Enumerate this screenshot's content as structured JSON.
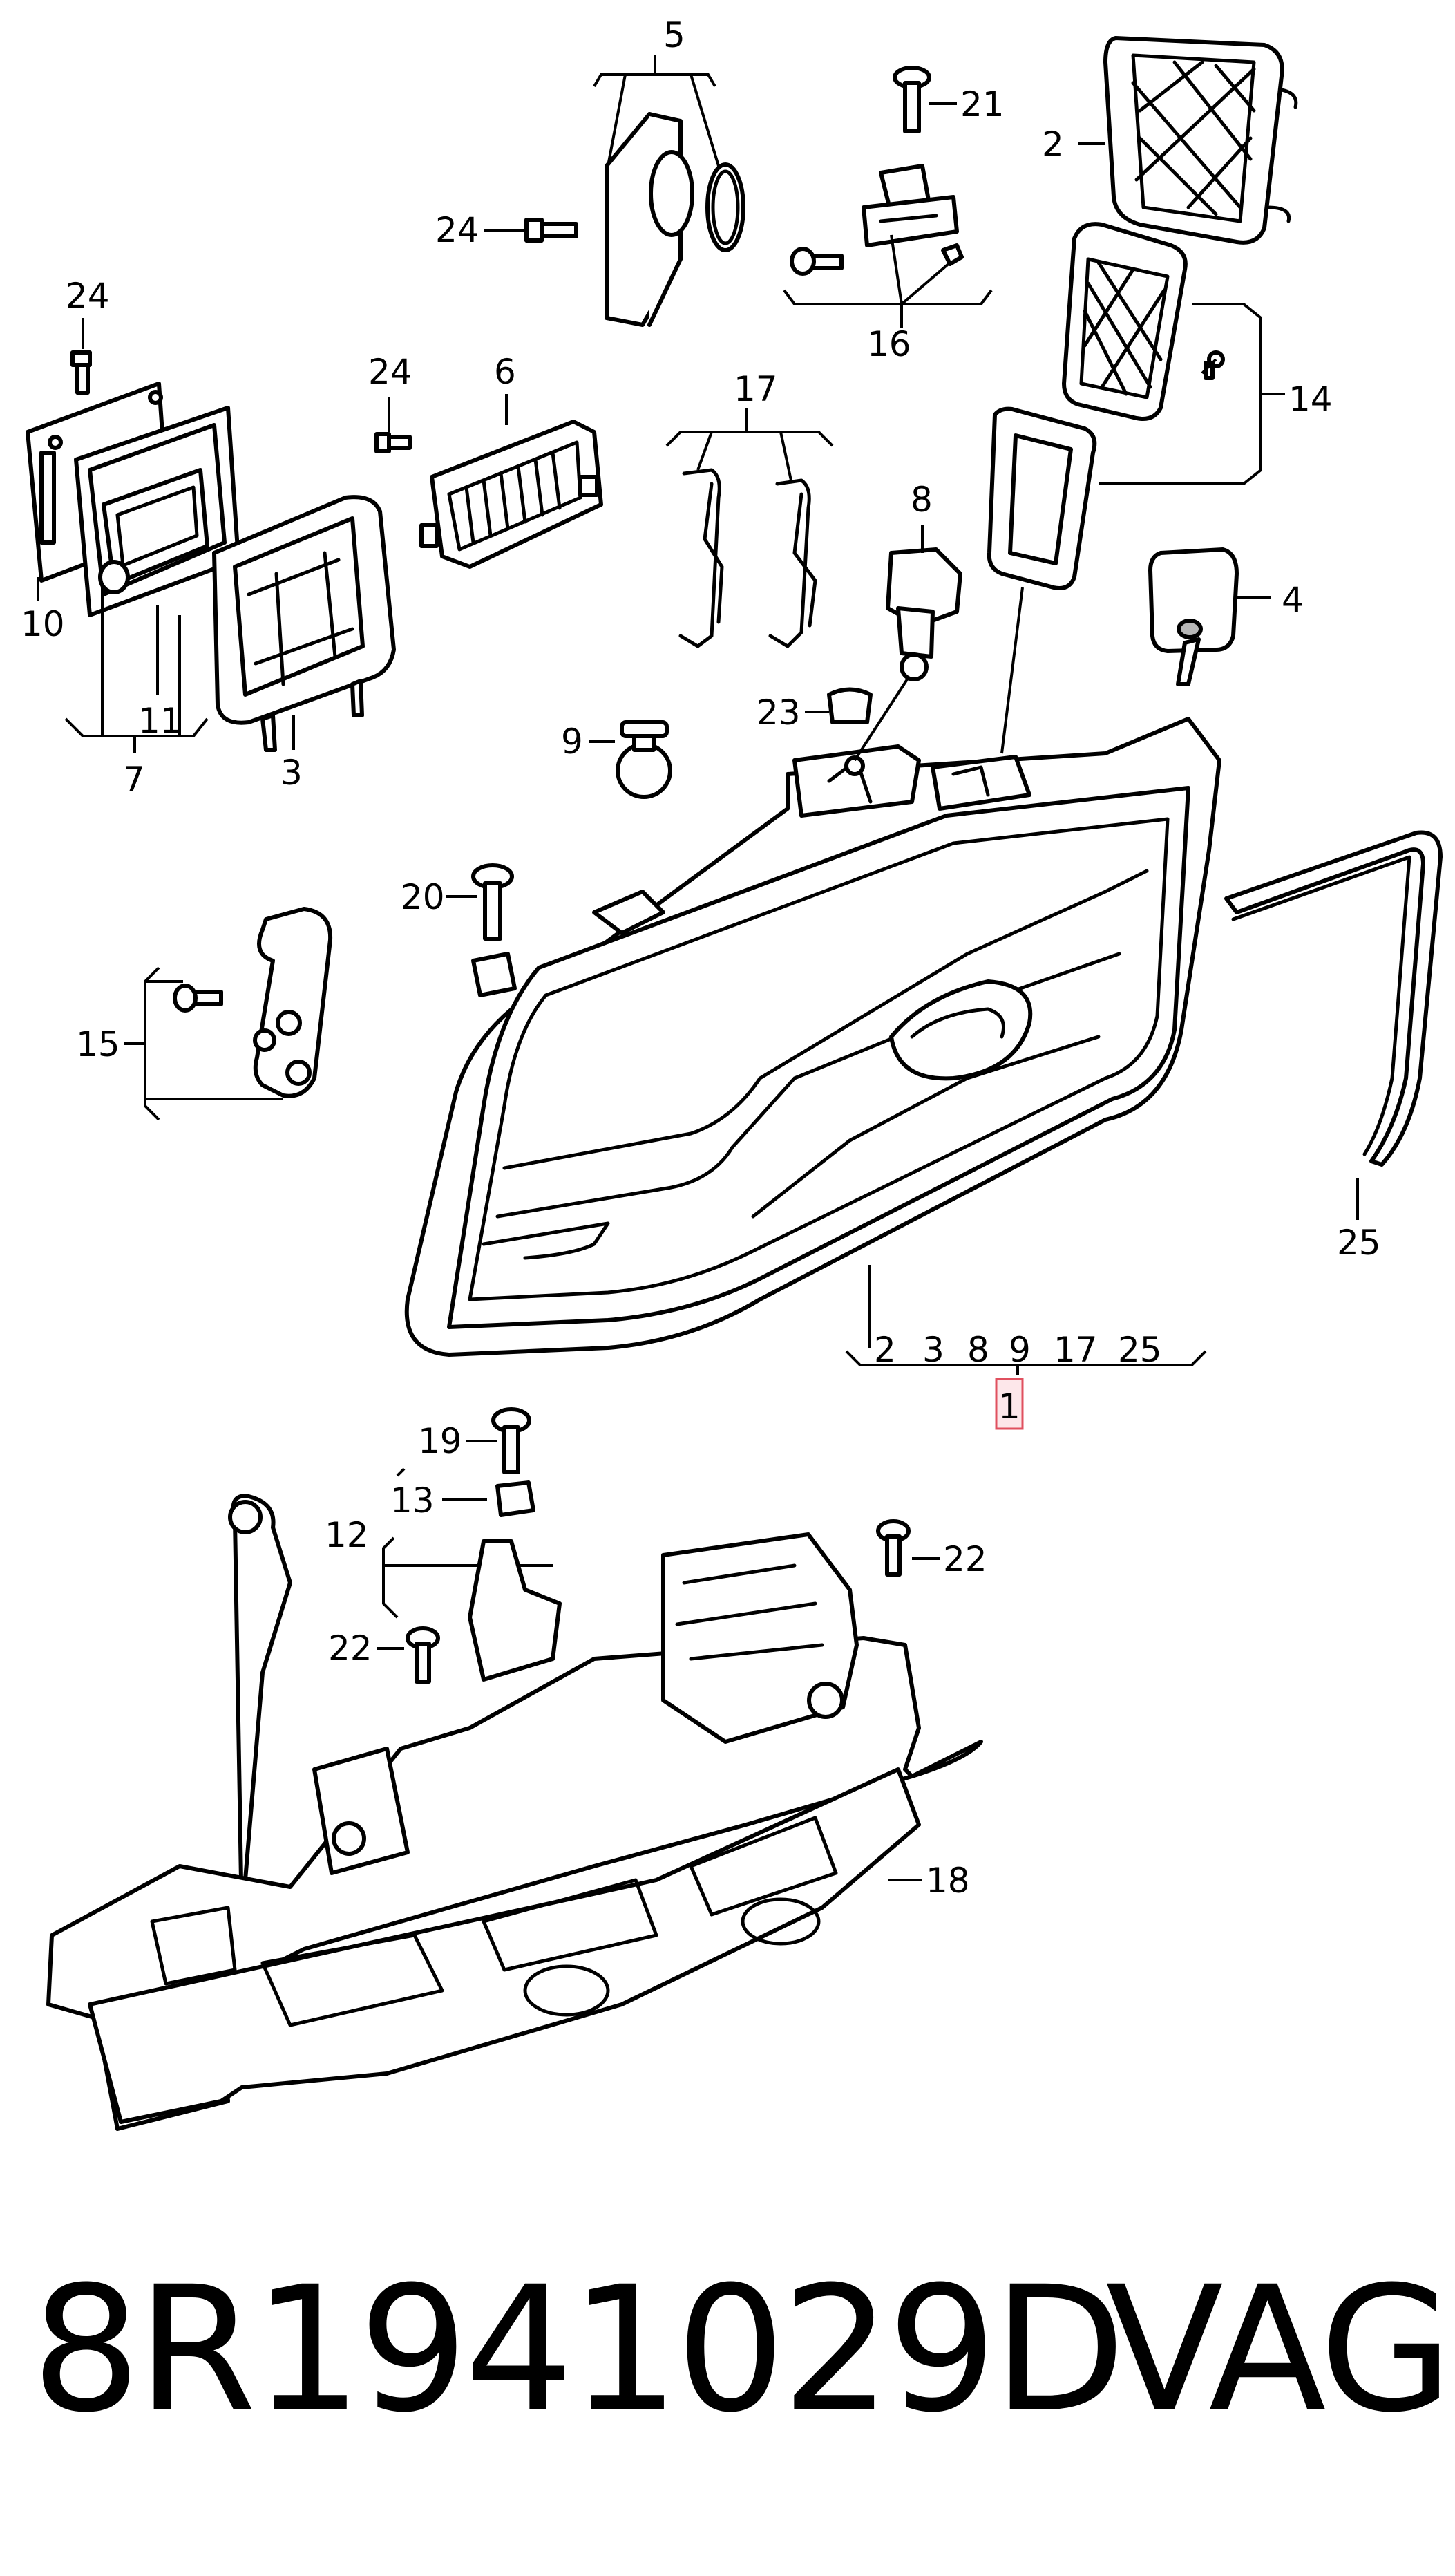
{
  "diagram": {
    "callouts": {
      "p1": "1",
      "p2": "2",
      "p3": "3",
      "p4": "4",
      "p5": "5",
      "p6": "6",
      "p7": "7",
      "p8": "8",
      "p9": "9",
      "p10": "10",
      "p11": "11",
      "p12": "12",
      "p13": "13",
      "p14": "14",
      "p15": "15",
      "p16": "16",
      "p17": "17",
      "p18": "18",
      "p19": "19",
      "p20": "20",
      "p21": "21",
      "p22a": "22",
      "p22b": "22",
      "p23": "23",
      "p24a": "24",
      "p24b": "24",
      "p24c": "24",
      "p25": "25",
      "group_1": [
        "2",
        "3",
        "8",
        "9",
        "17",
        "25"
      ]
    },
    "highlight_color": "#e0505f"
  },
  "footer": {
    "part_number": "8R1941029D",
    "brand": "VAG"
  }
}
